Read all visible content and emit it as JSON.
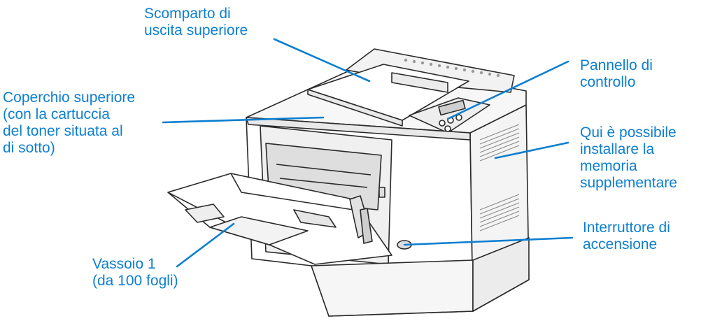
{
  "colors": {
    "callout": "#0d7fd0",
    "outline": "#2a2a2a",
    "body": "#ffffff",
    "shade": "#e9e9e9"
  },
  "callouts": {
    "top_output_bin": {
      "lines": [
        "Scomparto di",
        "uscita superiore"
      ]
    },
    "control_panel": {
      "lines": [
        "Pannello di",
        "controllo"
      ]
    },
    "top_cover": {
      "lines": [
        "Coperchio superiore",
        "(con la cartuccia",
        "del toner situata al",
        "di sotto)"
      ]
    },
    "memory": {
      "lines": [
        "Qui è possibile",
        "installare la",
        "memoria",
        "supplementare"
      ]
    },
    "power_switch": {
      "lines": [
        "Interruttore di",
        "accensione"
      ]
    },
    "tray1": {
      "lines": [
        "Vassoio 1",
        "(da 100 fogli)"
      ]
    }
  }
}
